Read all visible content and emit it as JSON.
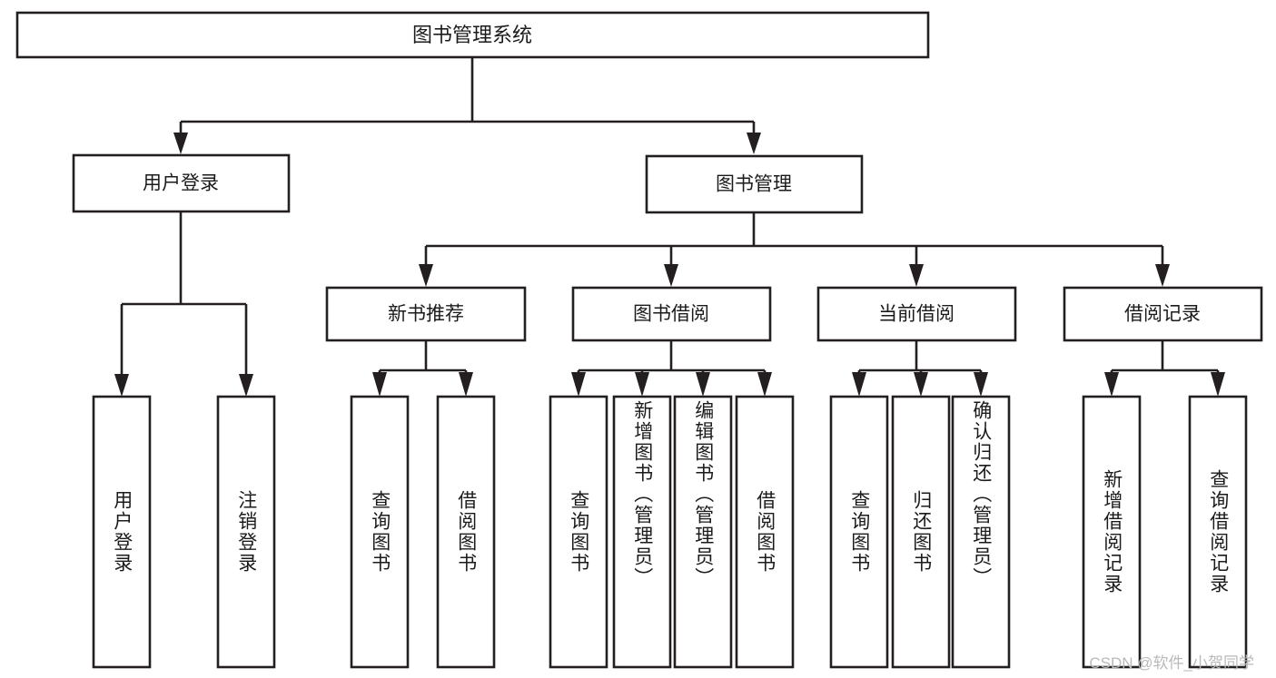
{
  "diagram": {
    "title": "图书管理系统",
    "watermark": "CSDN @软件_小贺同学",
    "colors": {
      "stroke": "#231f20",
      "box_fill": "#ffffff",
      "text": "#1b1b1b",
      "background": "#ffffff",
      "watermark": "#b9b9b9"
    },
    "root": {
      "label": "图书管理系统"
    },
    "level2": [
      {
        "label": "用户登录"
      },
      {
        "label": "图书管理"
      }
    ],
    "level3": [
      {
        "label": "新书推荐"
      },
      {
        "label": "图书借阅"
      },
      {
        "label": "当前借阅"
      },
      {
        "label": "借阅记录"
      }
    ],
    "leaves": {
      "user_login": [
        {
          "label": "用户登录"
        },
        {
          "label": "注销登录"
        }
      ],
      "new_book_recommend": [
        {
          "label": "查询图书"
        },
        {
          "label": "借阅图书"
        }
      ],
      "book_borrow": [
        {
          "label": "查询图书"
        },
        {
          "label": "新增图书（管理员）"
        },
        {
          "label": "编辑图书（管理员）"
        },
        {
          "label": "借阅图书"
        }
      ],
      "current_borrow": [
        {
          "label": "查询图书"
        },
        {
          "label": "归还图书"
        },
        {
          "label": "确认归还（管理员）"
        }
      ],
      "borrow_records": [
        {
          "label": "新增借阅记录"
        },
        {
          "label": "查询借阅记录"
        }
      ]
    }
  }
}
